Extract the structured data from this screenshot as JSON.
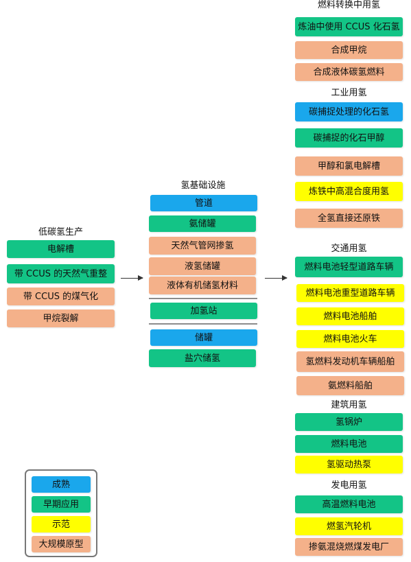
{
  "columns": {
    "production": {
      "title": "低碳氢生产",
      "items": [
        {
          "label": "电解槽",
          "stage": "early"
        },
        {
          "label": "带 CCUS 的天然气重整",
          "stage": "early"
        },
        {
          "label": "带 CCUS 的煤气化",
          "stage": "proto"
        },
        {
          "label": "甲烷裂解",
          "stage": "proto"
        }
      ]
    },
    "infrastructure": {
      "title": "氢基础设施",
      "group1": [
        {
          "label": "管道",
          "stage": "mature"
        },
        {
          "label": "氨储罐",
          "stage": "early"
        },
        {
          "label": "天然气管网掺氢",
          "stage": "proto"
        },
        {
          "label": "液氢储罐",
          "stage": "proto"
        },
        {
          "label": "液体有机储氢材料",
          "stage": "proto"
        }
      ],
      "group2": [
        {
          "label": "加氢站",
          "stage": "early"
        }
      ],
      "group3": [
        {
          "label": "储罐",
          "stage": "mature"
        },
        {
          "label": "盐穴储氢",
          "stage": "early"
        }
      ]
    },
    "uses": {
      "fuel_conversion": {
        "title": "燃料转换中用氢",
        "items": [
          {
            "label": "炼油中使用 CCUS 化石氢",
            "stage": "early"
          },
          {
            "label": "合成甲烷",
            "stage": "proto"
          },
          {
            "label": "合成液体碳氢燃料",
            "stage": "proto"
          }
        ]
      },
      "industry": {
        "title": "工业用氢",
        "items": [
          {
            "label": "碳捕捉处理的化石氢",
            "stage": "mature"
          },
          {
            "label": "碳捕捉的化石甲醇",
            "stage": "early"
          },
          {
            "label": "甲醇和氯电解槽",
            "stage": "proto"
          },
          {
            "label": "炼铁中高混合度用氢",
            "stage": "demo"
          },
          {
            "label": "全氢直接还原铁",
            "stage": "proto"
          }
        ]
      },
      "transport": {
        "title": "交通用氢",
        "items": [
          {
            "label": "燃料电池轻型道路车辆",
            "stage": "early"
          },
          {
            "label": "燃料电池重型道路车辆",
            "stage": "demo"
          },
          {
            "label": "燃料电池船舶",
            "stage": "demo"
          },
          {
            "label": "燃料电池火车",
            "stage": "demo"
          },
          {
            "label": "氢燃料发动机车辆船舶",
            "stage": "proto"
          },
          {
            "label": "氨燃料船舶",
            "stage": "proto"
          }
        ]
      },
      "buildings": {
        "title": "建筑用氢",
        "items": [
          {
            "label": "氢锅炉",
            "stage": "early"
          },
          {
            "label": "燃料电池",
            "stage": "early"
          },
          {
            "label": "氢驱动热泵",
            "stage": "demo"
          }
        ]
      },
      "power": {
        "title": "发电用氢",
        "items": [
          {
            "label": "高温燃料电池",
            "stage": "early"
          },
          {
            "label": "燃氢汽轮机",
            "stage": "demo"
          },
          {
            "label": "掺氨混烧燃煤发电厂",
            "stage": "proto"
          }
        ]
      }
    }
  },
  "legend": {
    "items": [
      {
        "label": "成熟",
        "stage": "mature"
      },
      {
        "label": "早期应用",
        "stage": "early"
      },
      {
        "label": "示范",
        "stage": "demo"
      },
      {
        "label": "大规模原型",
        "stage": "proto"
      }
    ]
  },
  "colors": {
    "mature": "#1aa7ec",
    "early": "#13c486",
    "demo": "#ffff00",
    "proto": "#f4b18a"
  }
}
